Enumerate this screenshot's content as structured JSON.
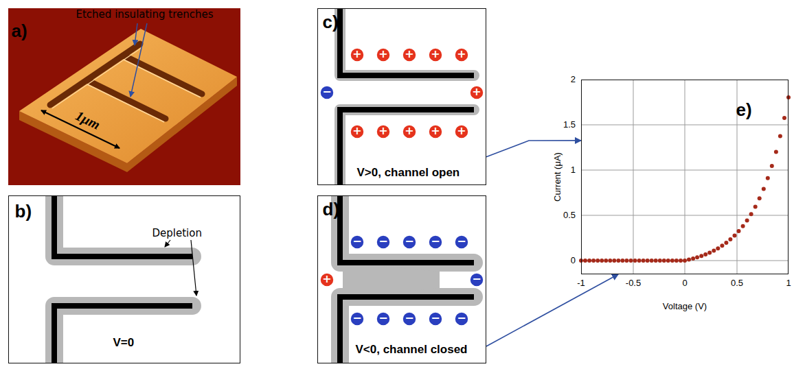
{
  "diagram": {
    "nodes": [
      {
        "text": [
          "a)",
          "Etched insulating trenches",
          "1μm"
        ]
      },
      {
        "text": [
          "b)",
          "Depletion",
          "V=0"
        ]
      },
      {
        "text": [
          "c)",
          "V>0, channel open"
        ]
      },
      {
        "text": [
          "d)",
          "V<0, channel closed"
        ]
      },
      {
        "text": [
          "e)"
        ]
      }
    ],
    "edges": [
      {
        "from": 2,
        "to": 4,
        "arrow": "to"
      },
      {
        "from": 3,
        "to": 4,
        "arrow": "to"
      }
    ],
    "labels": [
      "+",
      "+",
      "+",
      "+",
      "+",
      "+",
      "+",
      "+",
      "+",
      "+",
      "−",
      "+",
      "−",
      "−",
      "−",
      "−",
      "−",
      "−",
      "−",
      "−",
      "−",
      "−",
      "+",
      "−",
      "2",
      "1.5",
      "1",
      "0.5",
      "0",
      "-1",
      "-0.5",
      "0",
      "0.5",
      "1",
      "Current (μA)",
      "Voltage (V)"
    ]
  }
}
